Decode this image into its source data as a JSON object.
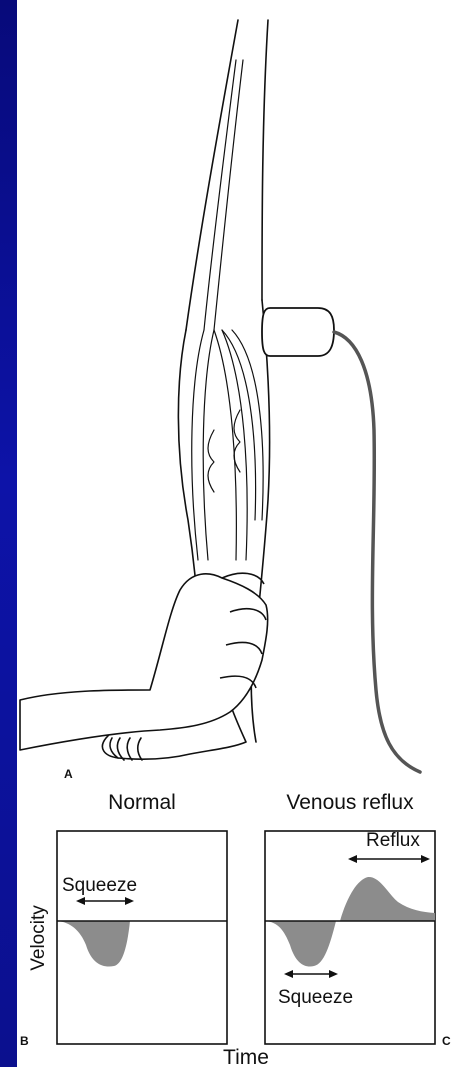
{
  "colors": {
    "background": "#0b108e",
    "panel": "#ffffff",
    "ink": "#111111",
    "flow_fill": "#8c8c8c"
  },
  "labels": {
    "panel_a": "A",
    "panel_b": "B",
    "panel_c": "C",
    "normal_title": "Normal",
    "reflux_title": "Venous reflux",
    "y_axis": "Velocity",
    "x_axis": "Time",
    "squeeze_normal": "Squeeze",
    "squeeze_reflux": "Squeeze",
    "reflux": "Reflux"
  },
  "icons": [
    "leg-illustration",
    "hand-icon",
    "doppler-probe-icon",
    "double-arrow-icon"
  ]
}
